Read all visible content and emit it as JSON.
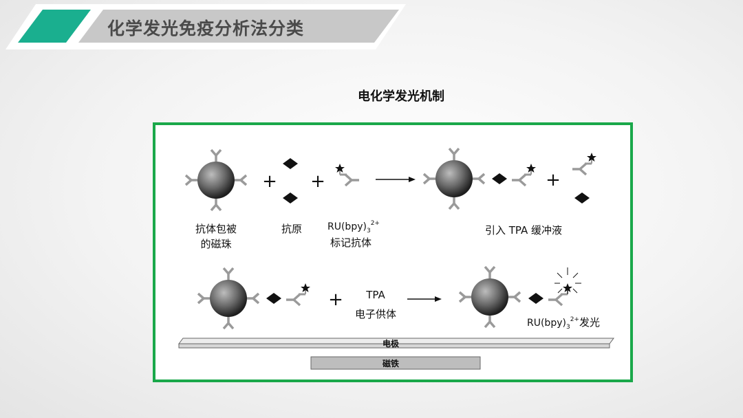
{
  "header": {
    "title": "化学发光免疫分析法分类",
    "accent_color": "#1aaf8f"
  },
  "subtitle": "电化学发光机制",
  "frame_color": "#1aa84a",
  "diagram": {
    "label_bead_line1": "抗体包被",
    "label_bead_line2": "的磁珠",
    "label_antigen": "抗原",
    "label_ru_formula": "RU(bpy)",
    "label_ru_sub": "3",
    "label_ru_sup": "2+",
    "label_labeled_antibody": "标记抗体",
    "label_tpa_buffer": "引入 TPA 缓冲液",
    "label_tpa": "TPA",
    "label_electron_donor": "电子供体",
    "label_emission_formula": "RU(bpy)",
    "label_emission_sub": "3",
    "label_emission_sup": "2+",
    "label_emission_suffix": "发光",
    "label_electrode": "电极",
    "label_magnet": "磁铁",
    "plus_sign": "+"
  }
}
